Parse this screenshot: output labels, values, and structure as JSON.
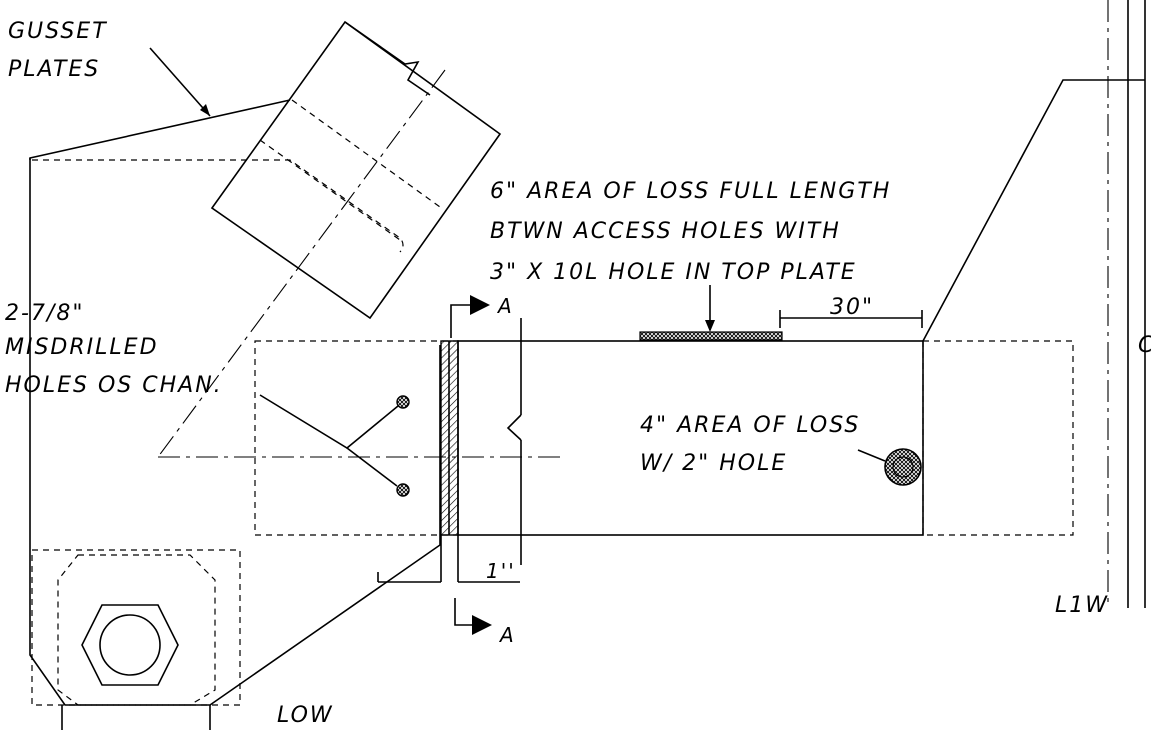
{
  "labels": {
    "gusset_line1": "GUSSET",
    "gusset_line2": "PLATES",
    "loss_full_line1": "6\" AREA OF LOSS FULL LENGTH",
    "loss_full_line2": "BTWN ACCESS  HOLES WITH",
    "loss_full_line3": "3\" X 10L HOLE IN TOP PLATE",
    "dim_30": "30\"",
    "misdrilled_line1": "2-7/8\"",
    "misdrilled_line2": "MISDRILLED",
    "misdrilled_line3": "HOLES OS CHAN.",
    "section_mark_top": "A",
    "section_mark_bottom": "A",
    "loss_4_line1": "4\" AREA OF LOSS",
    "loss_4_line2": "W/ 2\" HOLE",
    "dim_1": "1''",
    "l1w": "L1W",
    "low": "LOW",
    "edge_letter": "C"
  }
}
